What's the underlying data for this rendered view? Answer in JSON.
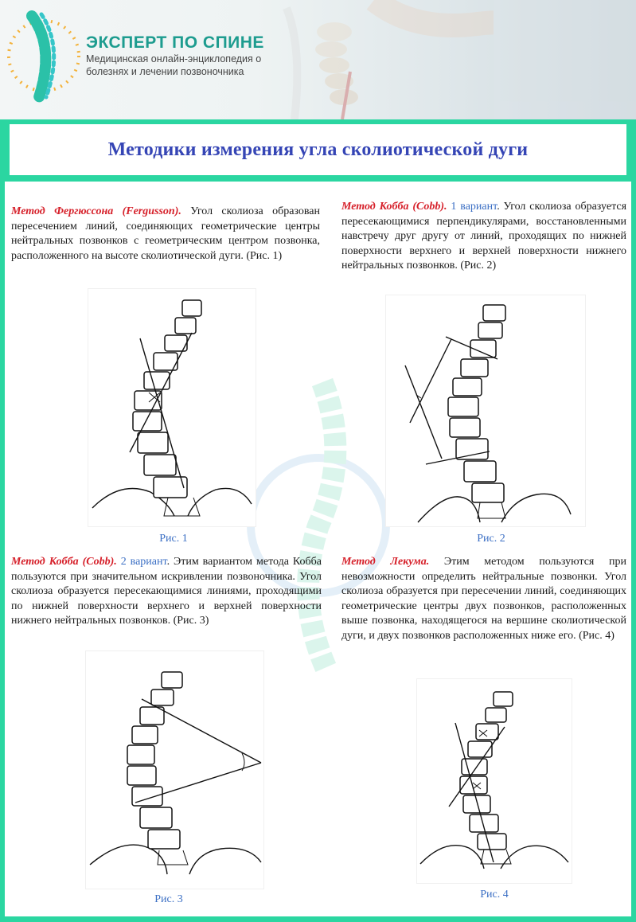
{
  "header": {
    "brand_title": "ЭКСПЕРТ ПО СПИНЕ",
    "brand_subtitle": "Медицинская онлайн-энциклопедия о болезнях и лечении позвоночника"
  },
  "page_title": "Методики измерения угла сколиотической дуги",
  "colors": {
    "accent_teal": "#2bd6a1",
    "title_blue": "#3545b5",
    "method_red": "#d6202a",
    "variant_blue": "#3b6fc4"
  },
  "sections": [
    {
      "method": "Метод Фергюссона (Fergusson).",
      "variant": "",
      "text": " Угол сколиоза образован пересечением линий, соединяющих геометрические центры нейтральных позвонков с геометрическим центром позвонка, расположенного на высоте сколиотической дуги. (Рис. 1)",
      "caption": "Рис. 1"
    },
    {
      "method": "Метод Кобба (Cobb).",
      "variant": " 1 вариант",
      "text": ". Угол сколиоза образуется пересекающимися перпендикулярами, восстановленными навстречу друг другу от линий, проходящих по нижней поверхности верхнего и верхней поверхности нижнего нейтральных позвонков. (Рис. 2)",
      "caption": "Рис. 2"
    },
    {
      "method": "Метод Кобба (Cobb).",
      "variant": " 2 вариант",
      "text": ". Этим вариантом метода Кобба пользуются при значительном искривлении позвоночника. Угол сколиоза образуется пересекающимися линиями, проходящими по нижней поверхности верхнего и верхней поверхности нижнего нейтральных позвонков. (Рис. 3)",
      "caption": "Рис. 3"
    },
    {
      "method": "Метод Лекума.",
      "variant": "",
      "text": " Этим методом пользуются при невозможности определить нейтральные позвонки. Угол сколиоза образуется при пересечении линий, соединяющих геометрические центры двух позвонков, расположенных выше позвонка, находящегося на вершине сколиотической дуги, и двух позвонков расположенных ниже его. (Рис. 4)",
      "caption": "Рис. 4"
    }
  ]
}
